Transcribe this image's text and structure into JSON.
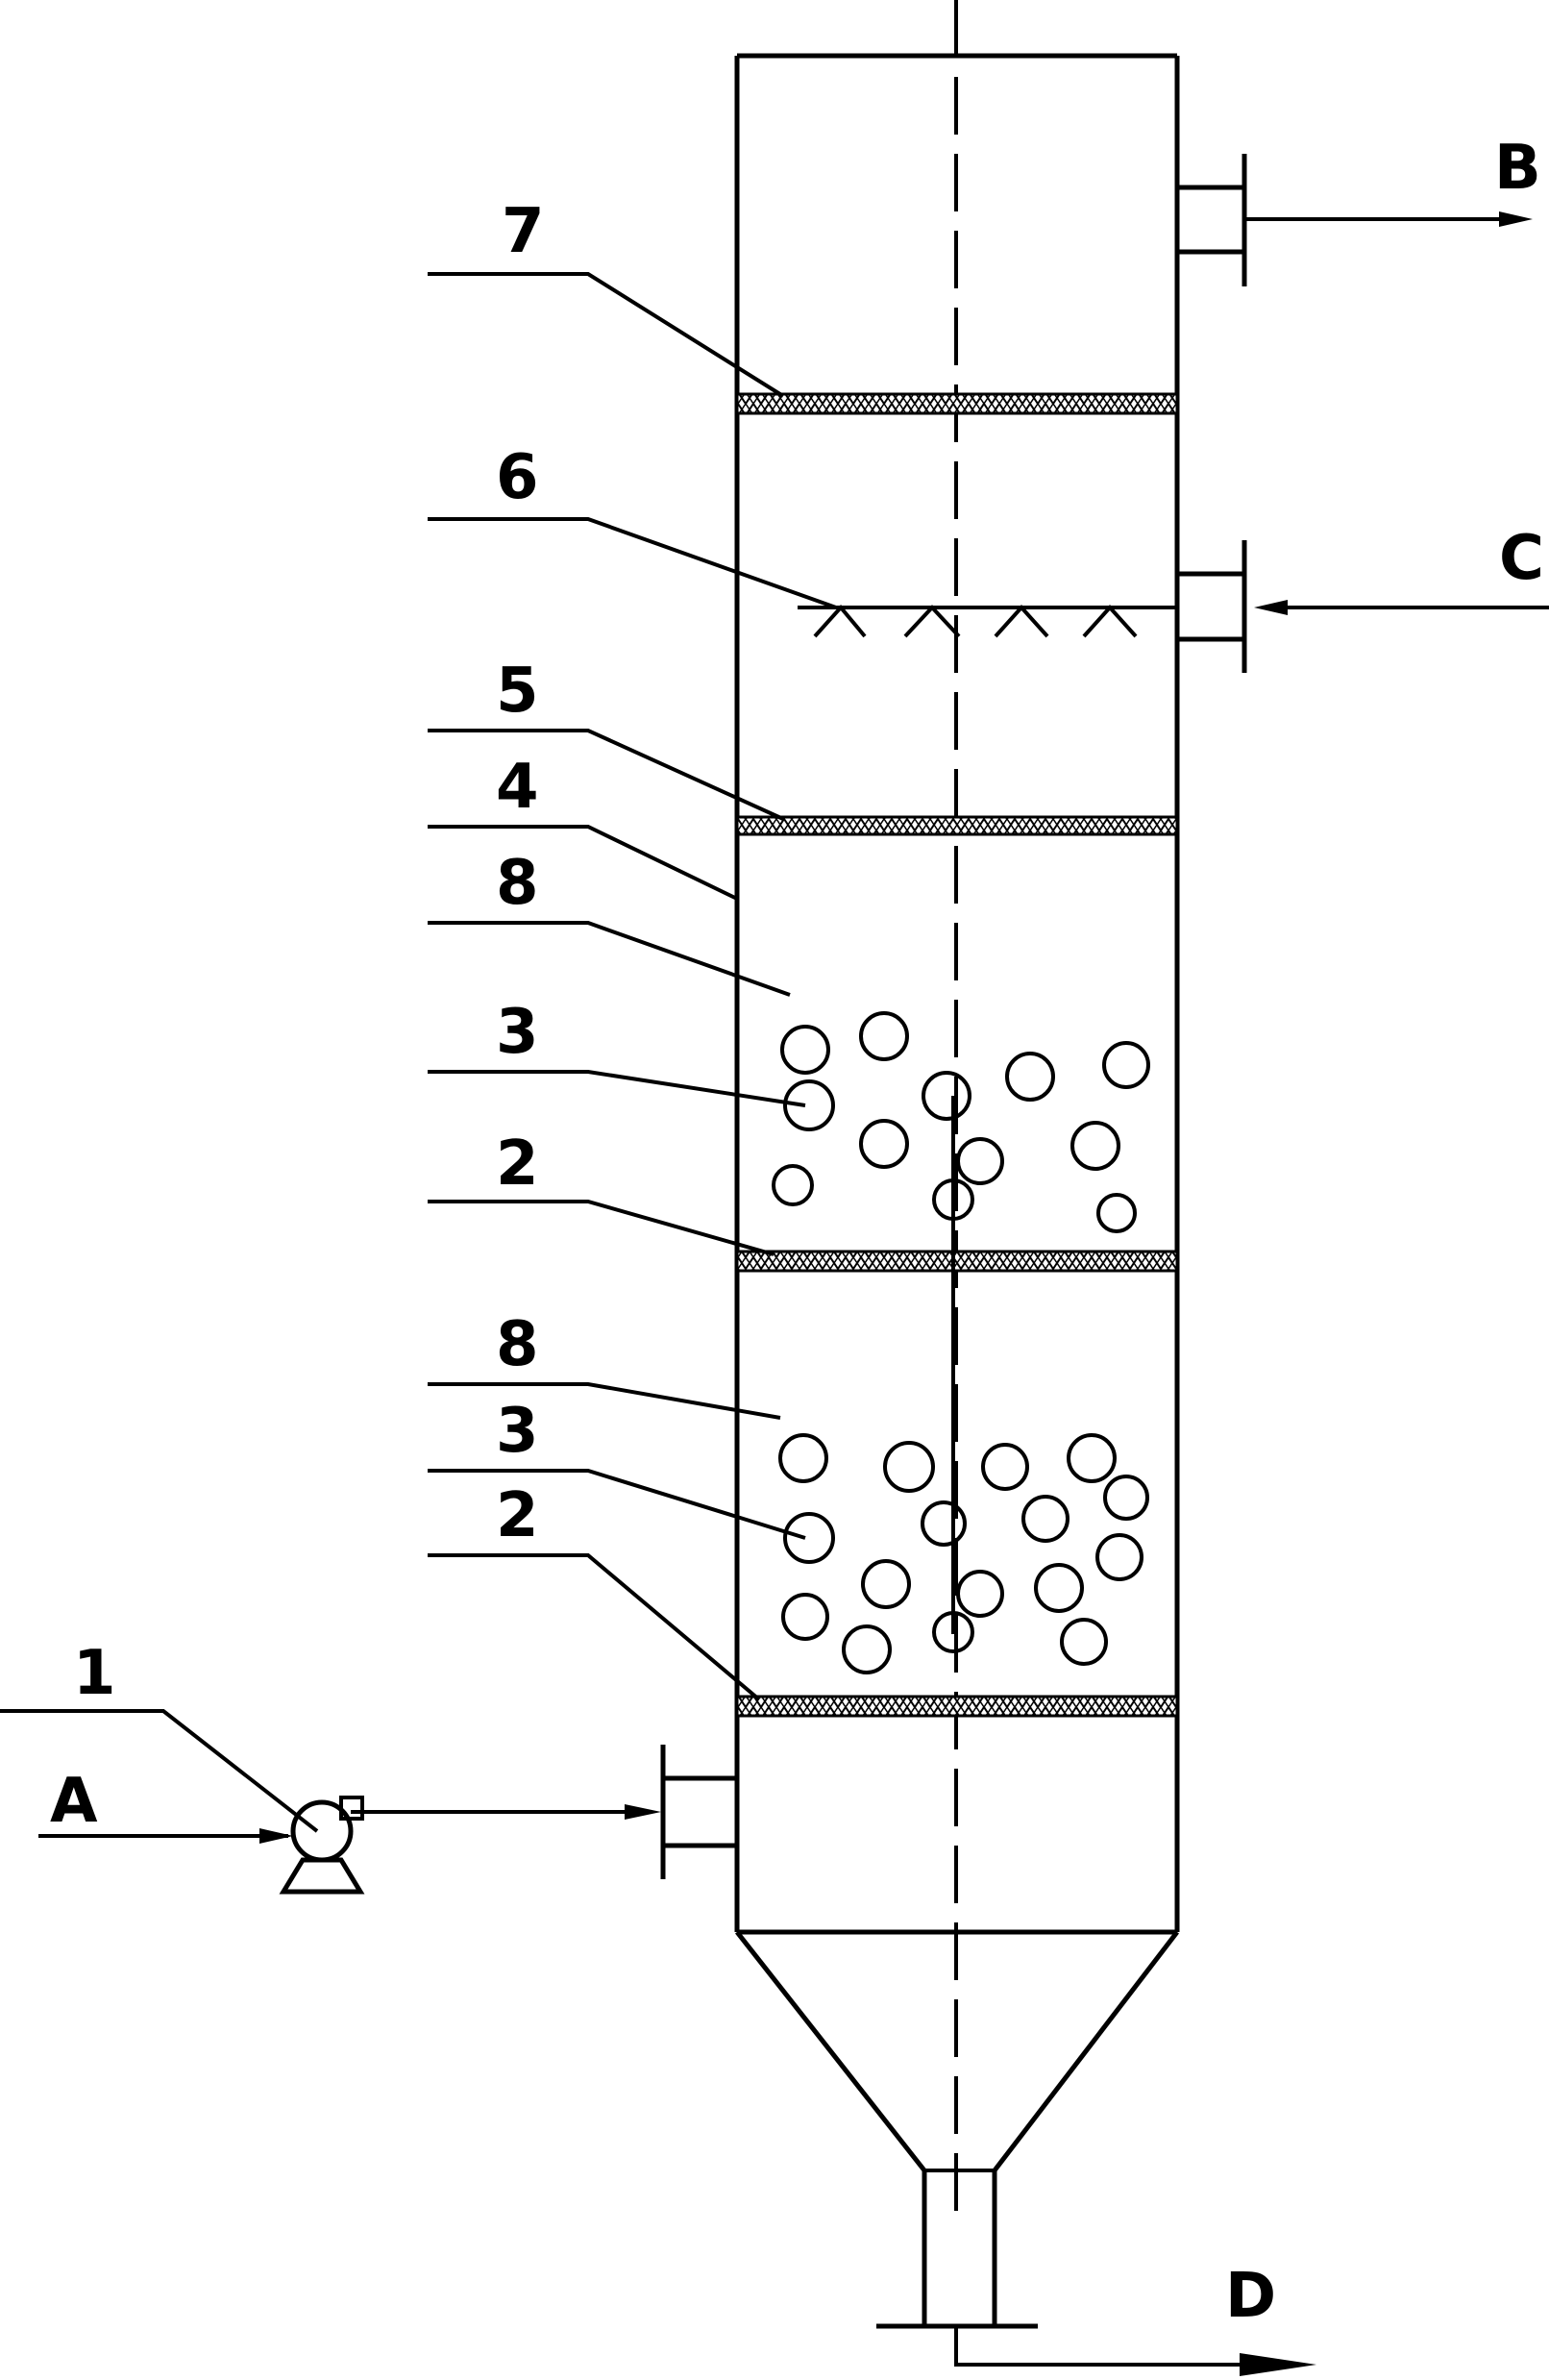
{
  "labels": {
    "part_1": "1",
    "part_2_upper": "2",
    "part_2_lower": "2",
    "part_3_upper": "3",
    "part_3_lower": "3",
    "part_4": "4",
    "part_5": "5",
    "part_6": "6",
    "part_7": "7",
    "part_8_upper": "8",
    "part_8_lower": "8",
    "stream_A": "A",
    "stream_B": "B",
    "stream_C": "C",
    "stream_D": "D"
  }
}
